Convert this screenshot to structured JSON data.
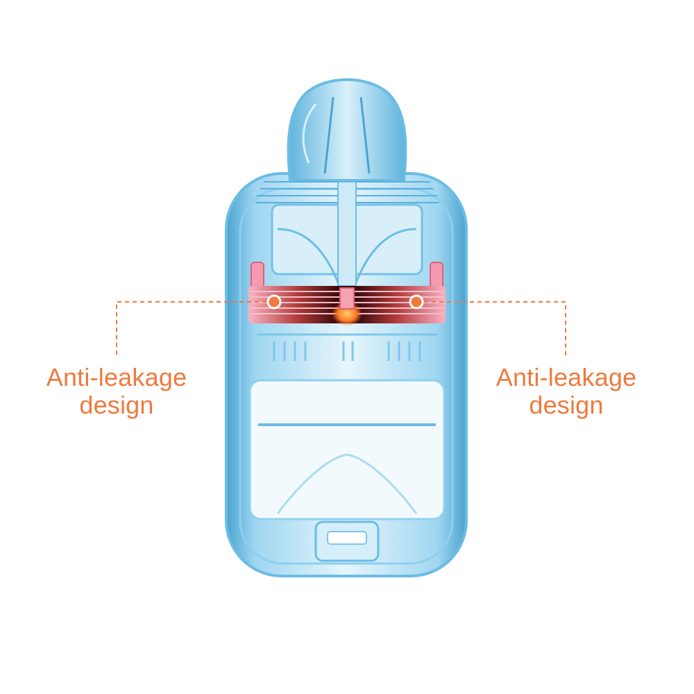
{
  "callouts": {
    "left": {
      "line1": "Anti-leakage",
      "line2": "design"
    },
    "right": {
      "line1": "Anti-leakage",
      "line2": "design"
    }
  },
  "colors": {
    "accent": "#ee7a3c",
    "body_blue": "#7cc7ea",
    "body_dark": "#4aa3cf",
    "seal_pink": "#f07a8e",
    "seal_dark": "#4a0f12"
  },
  "icons": {
    "marker": "circle-marker-icon"
  }
}
